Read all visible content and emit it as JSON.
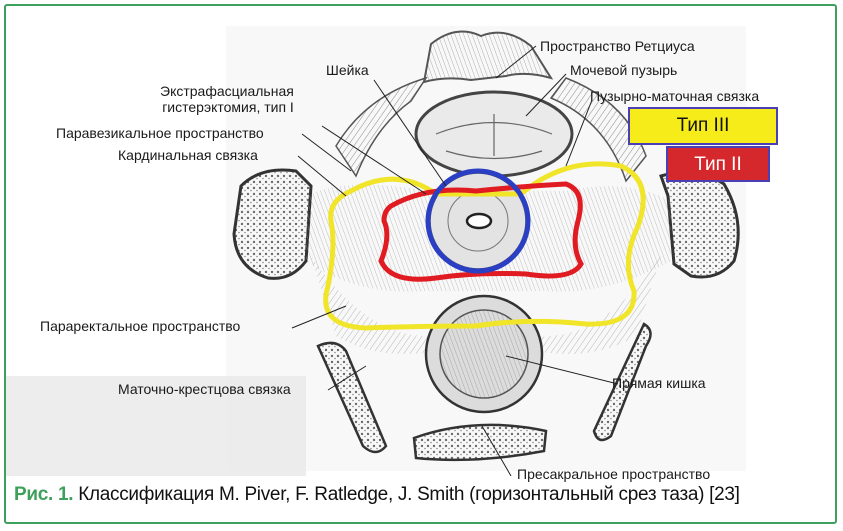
{
  "labels": {
    "retzius": "Пространство Ретциуса",
    "bladder": "Мочевой пузырь",
    "cervix": "Шейка",
    "extrafascial": "Экстрафасциальная\nгистерэктомия, тип I",
    "vesicouterine": "Пузырно-маточная связка",
    "paravesical": "Паравезикальное пространство",
    "cardinal": "Кардинальная связка",
    "pararectal": "Параректальное пространство",
    "uterosacral": "Маточно-крестцова связка",
    "rectum": "Прямая кишка",
    "presacral": "Пресакральное пространство"
  },
  "badges": {
    "type3": "Тип III",
    "type2": "Тип II"
  },
  "caption": {
    "figure": "Рис. 1.",
    "text": " Классификация M. Piver, F. Ratledge, J. Smith (горизонтальный срез таза) [23]"
  },
  "colors": {
    "frame": "#3ea05c",
    "type1_outline": "#2b3fc4",
    "type2_outline": "#e01c22",
    "type3_outline": "#f1e52a"
  }
}
